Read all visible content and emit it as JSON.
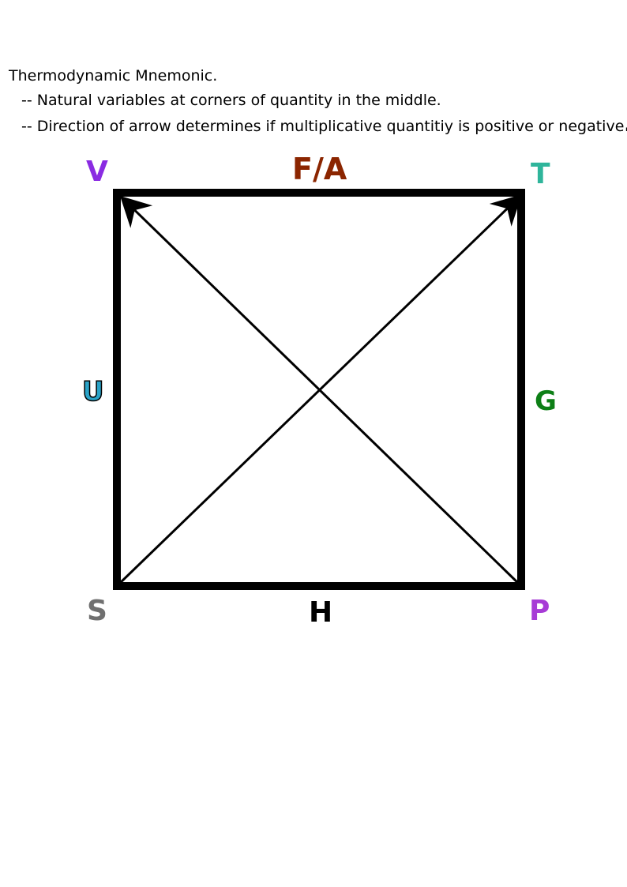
{
  "notes": {
    "title": "Thermodynamic Mnemonic.",
    "line1": "-- Natural variables at corners of quantity in the middle.",
    "line2": "-- Direction of arrow determines if multiplicative quantitiy is positive or negative",
    "line2_end": "."
  },
  "labels": {
    "corner_top_left": {
      "text": "V",
      "color": "#8a2be2"
    },
    "corner_top_right": {
      "text": "T",
      "color": "#2fb59b"
    },
    "corner_bottom_left": {
      "text": "S",
      "color": "#707070"
    },
    "corner_bottom_right": {
      "text": "P",
      "color": "#a73bd6"
    },
    "side_top": {
      "text": "F/A",
      "color": "#8b2500"
    },
    "side_left": {
      "text": "U",
      "color": "#2aa3c8"
    },
    "side_right": {
      "text": "G",
      "color": "#0d7f16"
    },
    "side_bottom": {
      "text": "H",
      "color": "#000000"
    }
  },
  "arrows": [
    {
      "from": "corner_bottom_right",
      "to": "corner_top_left"
    },
    {
      "from": "corner_bottom_left",
      "to": "corner_top_right"
    }
  ]
}
